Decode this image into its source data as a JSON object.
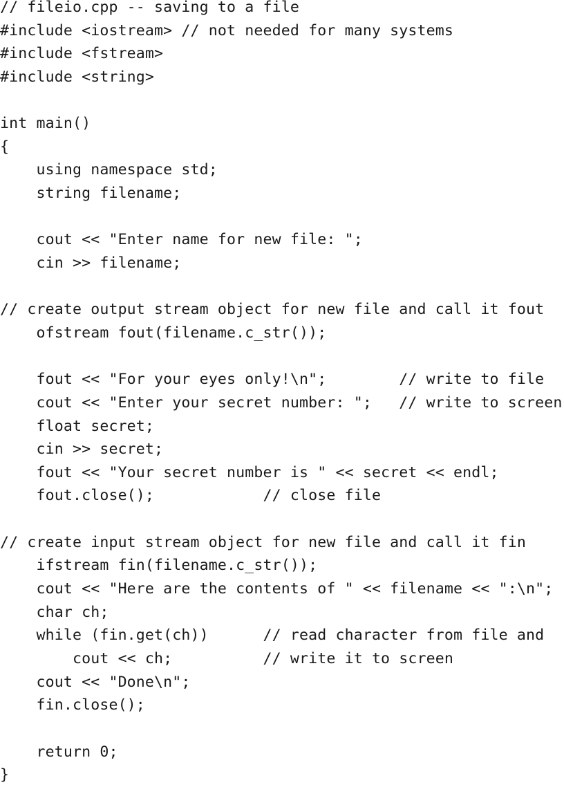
{
  "document": {
    "lines": [
      "// fileio.cpp -- saving to a file",
      "#include <iostream> // not needed for many systems",
      "#include <fstream>",
      "#include <string>",
      "",
      "int main()",
      "{",
      "    using namespace std;",
      "    string filename;",
      "",
      "    cout << \"Enter name for new file: \";",
      "    cin >> filename;",
      "",
      "// create output stream object for new file and call it fout",
      "    ofstream fout(filename.c_str());",
      "",
      "    fout << \"For your eyes only!\\n\";        // write to file",
      "    cout << \"Enter your secret number: \";   // write to screen",
      "    float secret;",
      "    cin >> secret;",
      "    fout << \"Your secret number is \" << secret << endl;",
      "    fout.close();            // close file",
      "",
      "// create input stream object for new file and call it fin",
      "    ifstream fin(filename.c_str());",
      "    cout << \"Here are the contents of \" << filename << \":\\n\";",
      "    char ch;",
      "    while (fin.get(ch))      // read character from file and",
      "        cout << ch;          // write it to screen",
      "    cout << \"Done\\n\";",
      "    fin.close();",
      "",
      "    return 0;",
      "}"
    ]
  }
}
